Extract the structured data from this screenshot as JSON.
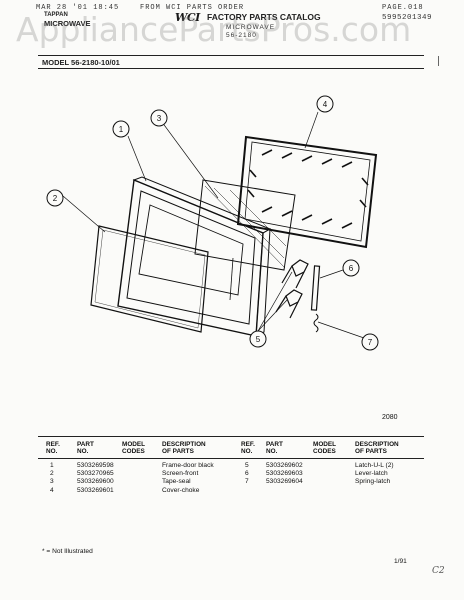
{
  "fax_header": {
    "date_time": "MAR 28 '01 18:45",
    "from": "FROM WCI PARTS ORDER",
    "page": "PAGE.018"
  },
  "brand": {
    "line1": "TAPPAN",
    "line2": "MICROWAVE",
    "logo": "WCI",
    "catalog_title": "FACTORY PARTS CATALOG",
    "catalog_number": "5995201349",
    "product_line1": "MICROWAVE",
    "product_line2": "56-2180"
  },
  "watermark": "AppliancePartsPros.com",
  "model_line": "MODEL 56-2180-10/01",
  "diagram": {
    "callouts": [
      "1",
      "2",
      "3",
      "4",
      "5",
      "6",
      "7"
    ],
    "figure_number": "2080"
  },
  "parts_table": {
    "headers": {
      "ref_no": [
        "REF.",
        "NO."
      ],
      "part_no": [
        "PART",
        "NO."
      ],
      "model_codes": [
        "MODEL",
        "CODES"
      ],
      "description": [
        "DESCRIPTION",
        "OF PARTS"
      ]
    },
    "left_rows": [
      {
        "ref": "1",
        "part": "5303269598",
        "desc": "Frame-door black"
      },
      {
        "ref": "2",
        "part": "5303270965",
        "desc": "Screen-front"
      },
      {
        "ref": "3",
        "part": "5303269600",
        "desc": "Tape-seal"
      },
      {
        "ref": "4",
        "part": "5303269601",
        "desc": "Cover-choke"
      }
    ],
    "right_rows": [
      {
        "ref": "5",
        "part": "5303269602",
        "desc": "Latch-U-L (2)"
      },
      {
        "ref": "6",
        "part": "5303269603",
        "desc": "Lever-latch"
      },
      {
        "ref": "7",
        "part": "5303269604",
        "desc": "Spring-latch"
      }
    ]
  },
  "footer": {
    "note": "* = Not Illustrated",
    "date_code": "1/91",
    "handwritten": "C2"
  },
  "colors": {
    "ink": "#1a1a1a",
    "paper": "#fbfbf9",
    "watermark": "#8c8c8c"
  }
}
